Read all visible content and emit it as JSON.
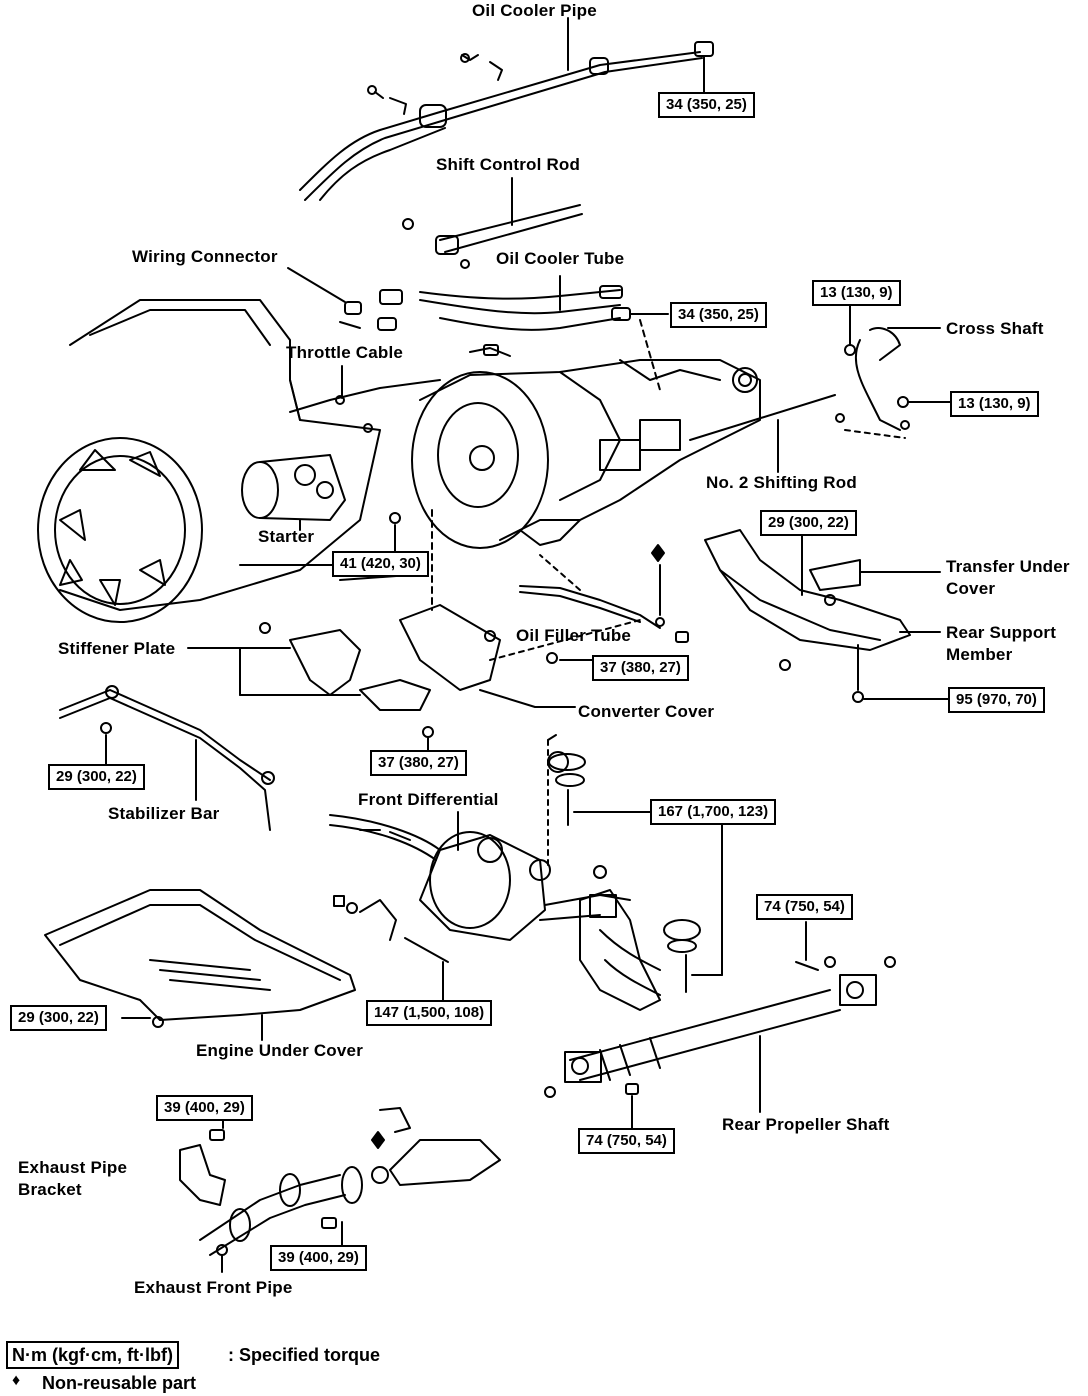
{
  "labels": {
    "oil_cooler_pipe": "Oil Cooler Pipe",
    "shift_control_rod": "Shift Control Rod",
    "wiring_connector": "Wiring Connector",
    "oil_cooler_tube": "Oil Cooler Tube",
    "throttle_cable": "Throttle Cable",
    "cross_shaft": "Cross Shaft",
    "no2_shifting_rod": "No. 2 Shifting Rod",
    "starter": "Starter",
    "transfer_under_cover_1": "Transfer Under",
    "transfer_under_cover_2": "Cover",
    "oil_filler_tube": "Oil Filler Tube",
    "rear_support_member_1": "Rear Support",
    "rear_support_member_2": "Member",
    "stiffener_plate": "Stiffener Plate",
    "converter_cover": "Converter Cover",
    "stabilizer_bar": "Stabilizer Bar",
    "front_differential": "Front Differential",
    "engine_under_cover": "Engine Under Cover",
    "rear_propeller_shaft": "Rear Propeller Shaft",
    "exhaust_pipe_bracket_1": "Exhaust Pipe",
    "exhaust_pipe_bracket_2": "Bracket",
    "exhaust_front_pipe": "Exhaust Front Pipe"
  },
  "torques": {
    "oil_cooler_pipe": "34 (350, 25)",
    "oil_cooler_tube": "34 (350, 25)",
    "cross_shaft_upper": "13 (130, 9)",
    "cross_shaft_lower": "13 (130, 9)",
    "transfer_cover": "29 (300, 22)",
    "starter": "41 (420, 30)",
    "converter_cover": "37 (380, 27)",
    "stiffener_plate": "37 (380, 27)",
    "rear_support_member": "95 (970, 70)",
    "stabilizer_bar": "29 (300, 22)",
    "front_diff_mount": "167 (1,700, 123)",
    "propeller_shaft_upper": "74 (750, 54)",
    "engine_under_cover": "29 (300, 22)",
    "front_diff_bolt": "147 (1,500, 108)",
    "exhaust_bracket": "39 (400, 29)",
    "propeller_shaft_lower": "74 (750, 54)",
    "exhaust_pipe": "39 (400, 29)"
  },
  "legend": {
    "torque_unit": "N·m (kgf·cm, ft·lbf)",
    "torque_desc": ": Specified torque",
    "nonreusable_symbol": "♦",
    "nonreusable_desc": "Non-reusable part"
  }
}
